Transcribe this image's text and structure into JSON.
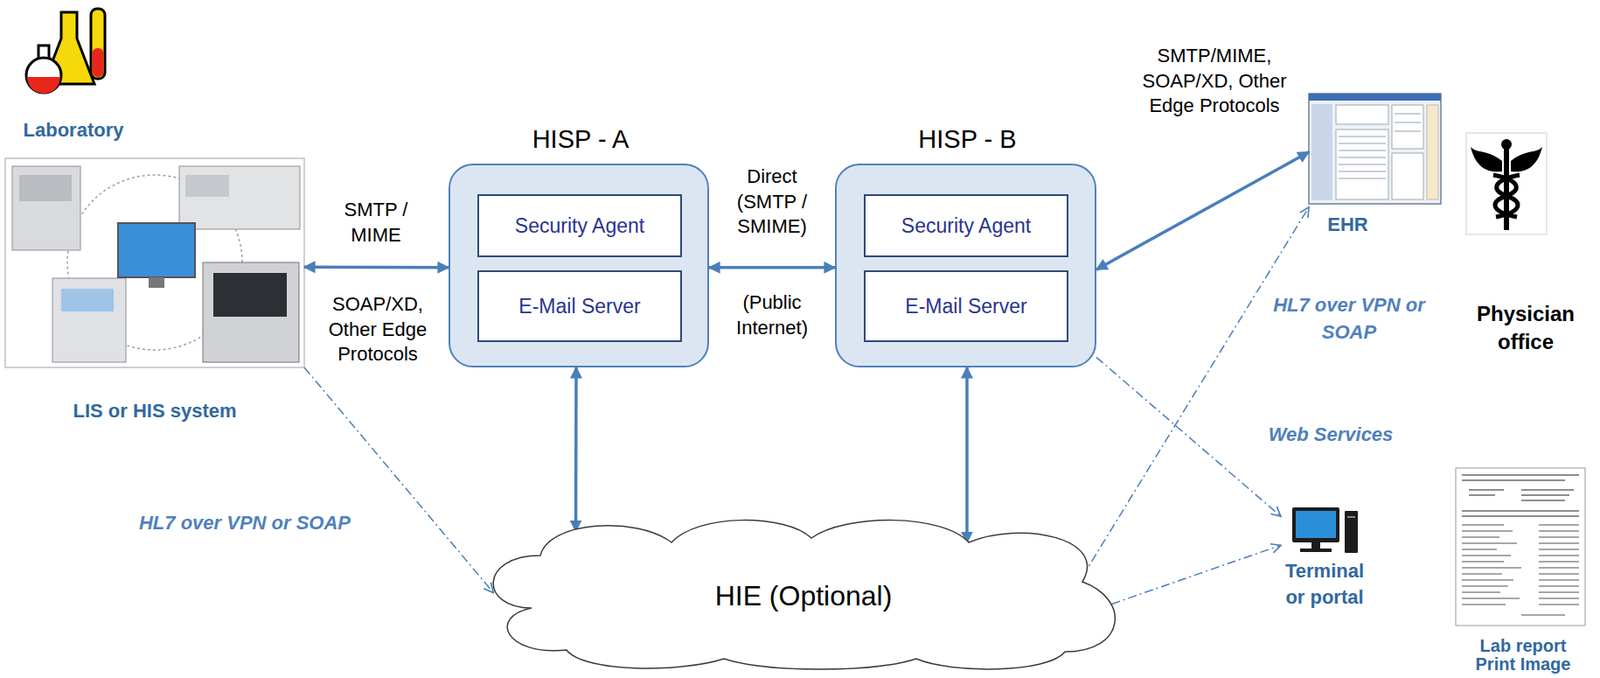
{
  "diagram": {
    "nodes": [
      {
        "text": [
          "LIS or HIS system"
        ]
      },
      {
        "text": [
          "HISP - A"
        ]
      },
      {
        "text": [
          "Security Agent"
        ],
        "in": 1
      },
      {
        "text": [
          "E-Mail Server"
        ],
        "in": 1
      },
      {
        "text": [
          "HISP - B"
        ]
      },
      {
        "text": [
          "Security Agent"
        ],
        "in": 4
      },
      {
        "text": [
          "E-Mail Server"
        ],
        "in": 4
      },
      {
        "text": [
          "EHR"
        ]
      },
      {
        "text": [
          "HIE (Optional)"
        ]
      },
      {
        "text": [
          "Terminal or portal"
        ]
      }
    ],
    "edges": [
      {
        "from": 0,
        "to": 1,
        "arrow": "both",
        "label": "SMTP / MIME"
      },
      {
        "from": 1,
        "to": 4,
        "arrow": "both",
        "label": "Direct (SMTP / SMIME)"
      },
      {
        "from": 4,
        "to": 7,
        "arrow": "both",
        "label": "SMTP/MIME, SOAP/XD, Other Edge Protocols"
      },
      {
        "from": 1,
        "to": 8,
        "arrow": "both"
      },
      {
        "from": 4,
        "to": 8,
        "arrow": "both"
      },
      {
        "from": 0,
        "to": 8,
        "arrow": "to",
        "label": "HL7 over VPN or SOAP"
      },
      {
        "from": 8,
        "to": 7,
        "arrow": "to",
        "label": "HL7 over VPN or SOAP"
      },
      {
        "from": 4,
        "to": 9,
        "arrow": "to",
        "label": "Web Services"
      },
      {
        "from": 8,
        "to": 9,
        "arrow": "to"
      }
    ],
    "labels": [
      "Laboratory",
      "SOAP/XD, Other Edge Protocols",
      "(Public Internet)",
      "Physician office",
      "Lab report Print Image"
    ]
  }
}
